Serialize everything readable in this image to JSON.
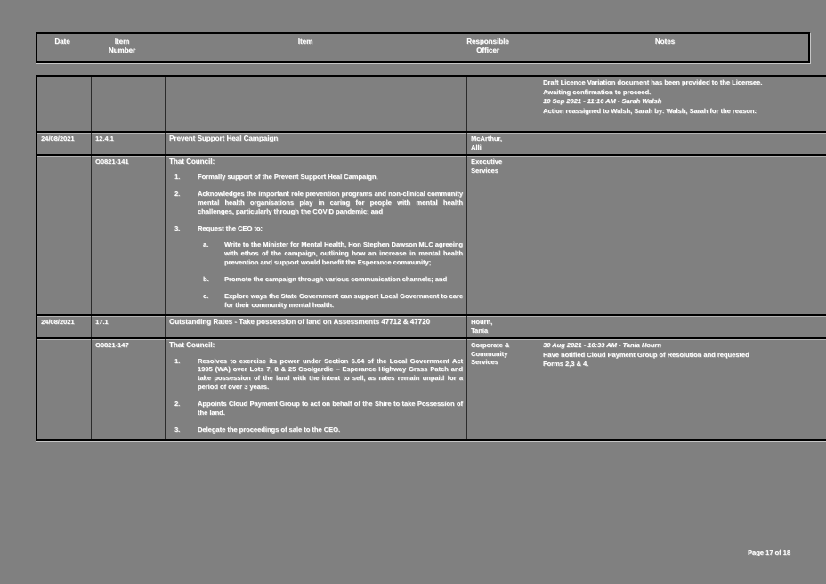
{
  "document": {
    "page_background": "#808080",
    "text_color": "#ffffff",
    "footer": "Page 17 of 18"
  },
  "table": {
    "columns": [
      {
        "key": "date",
        "label": "Date"
      },
      {
        "key": "item_number",
        "label": "Item\nNumber"
      },
      {
        "key": "item",
        "label": "Item"
      },
      {
        "key": "responsible_officer",
        "label": "Responsible\nOfficer"
      },
      {
        "key": "notes",
        "label": "Notes"
      }
    ],
    "header": {
      "date": "Date",
      "item_number_line1": "Item",
      "item_number_line2": "Number",
      "item": "Item",
      "officer_line1": "Responsible",
      "officer_line2": "Officer",
      "notes": "Notes"
    }
  },
  "carryover_note": {
    "line1": "Draft Licence Variation document has been provided to the Licensee.",
    "line2": "Awaiting confirmation to proceed.",
    "stamp": "10 Sep 2021 - 11:16 AM - Sarah Walsh",
    "line3": "Action reassigned to Walsh, Sarah by: Walsh, Sarah for the reason:"
  },
  "rows": [
    {
      "date": "24/08/2021",
      "item_number": "12.4.1",
      "title": "Prevent Support Heal Campaign",
      "officer_name_line1": "McArthur,",
      "officer_name_line2": "Alli",
      "officer_dept_line1": "Executive",
      "officer_dept_line2": "Services",
      "resolution_number": "O0821-141",
      "resolution_intro": "That Council:",
      "notes": [],
      "items": [
        {
          "text": "Formally support of the Prevent Support Heal Campaign.",
          "sub": []
        },
        {
          "text": "Acknowledges the important role prevention programs and non-clinical community mental health organisations play in caring for people with mental health challenges, particularly through the COVID pandemic; and",
          "sub": []
        },
        {
          "text": "Request the CEO to:",
          "sub": [
            "Write to the Minister for Mental Health, Hon Stephen Dawson MLC agreeing with ethos of the campaign, outlining how an increase in mental health prevention and support would benefit the Esperance community;",
            "Promote the campaign through various communication channels; and",
            "Explore ways the State Government can support Local Government to care for their community mental health."
          ]
        }
      ]
    },
    {
      "date": "24/08/2021",
      "item_number": "17.1",
      "title": "Outstanding Rates - Take possession of land on Assessments 47712 & 47720",
      "officer_name_line1": "Hourn,",
      "officer_name_line2": "Tania",
      "officer_dept_line1": "Corporate &",
      "officer_dept_line2": "Community",
      "officer_dept_line3": "Services",
      "resolution_number": "O0821-147",
      "resolution_intro": "That Council:",
      "notes": {
        "stamp": "30 Aug 2021 - 10:33 AM - Tania Hourn",
        "line1": "Have notified Cloud Payment Group of Resolution and requested",
        "line2": "Forms 2,3 & 4."
      },
      "items": [
        {
          "text": "Resolves to exercise its power under Section 6.64 of the Local Government Act 1995 (WA) over Lots 7, 8 & 25 Coolgardie – Esperance Highway Grass Patch and take possession of the land with the intent to sell, as rates remain unpaid for a period of over 3 years.",
          "sub": []
        },
        {
          "text": "Appoints Cloud Payment Group to act on behalf of the Shire to take Possession of the land.",
          "sub": []
        },
        {
          "text": "Delegate the proceedings of sale to the CEO.",
          "sub": []
        }
      ]
    }
  ]
}
